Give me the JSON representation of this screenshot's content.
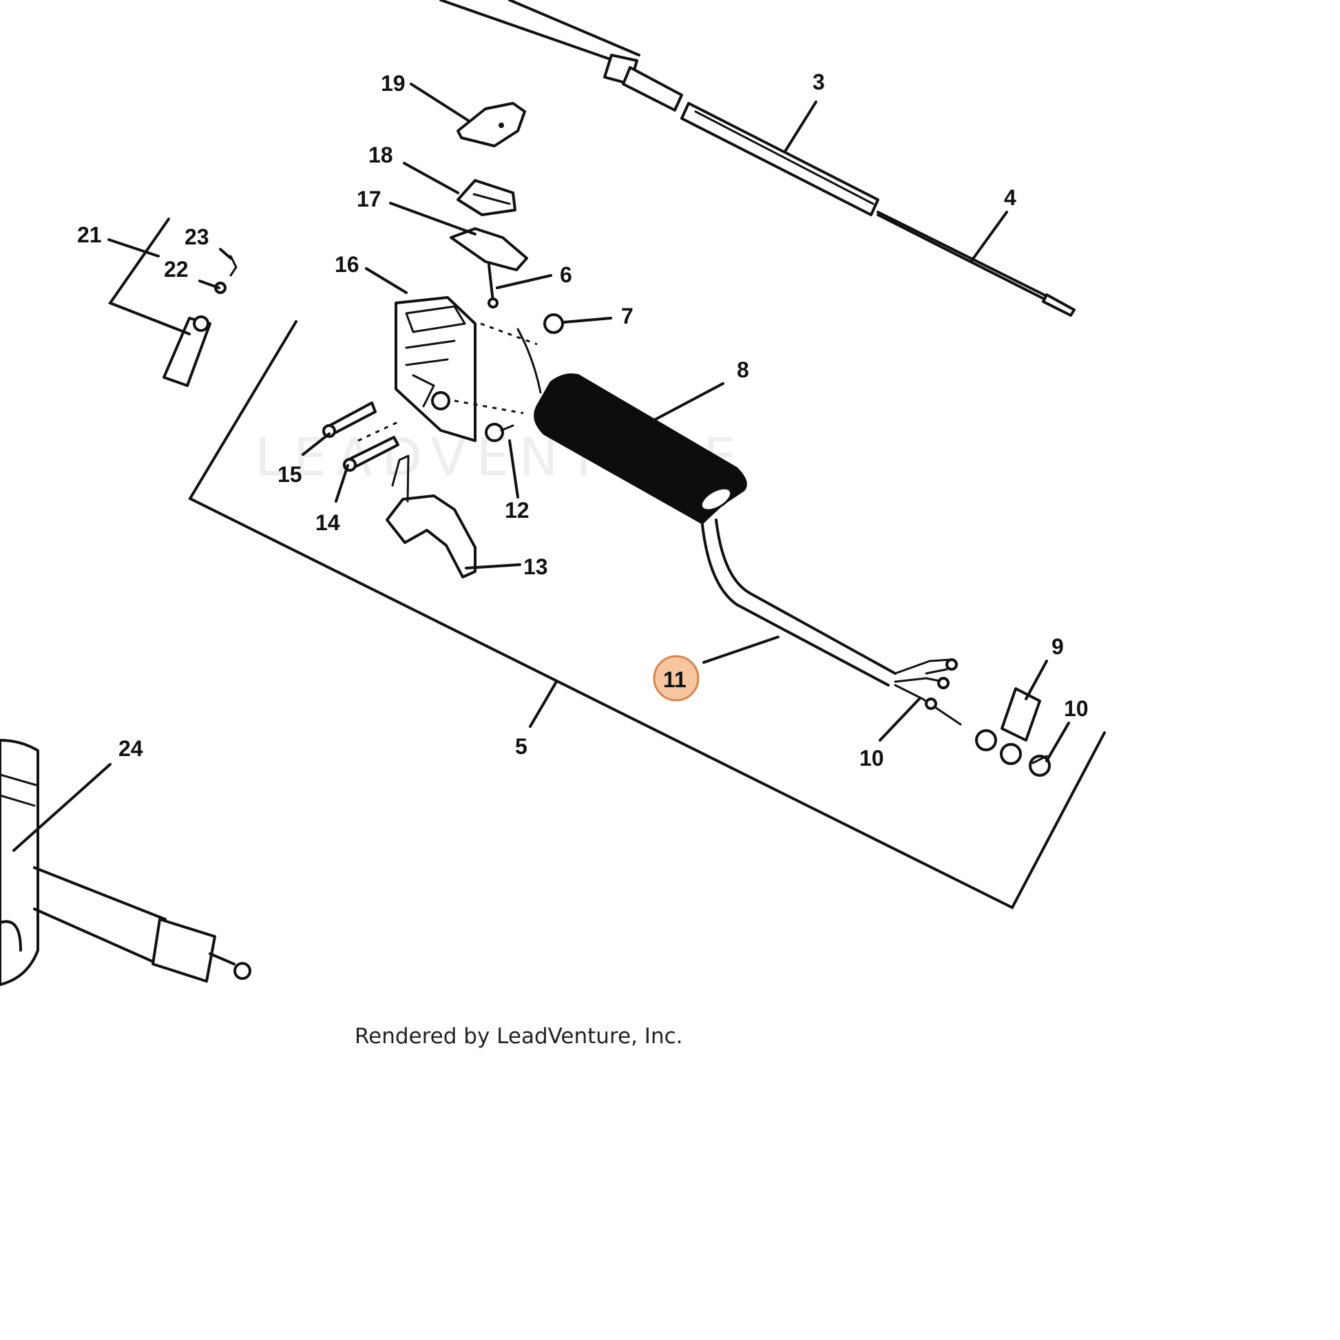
{
  "diagram": {
    "callouts": [
      {
        "id": "19",
        "label": "19"
      },
      {
        "id": "3",
        "label": "3"
      },
      {
        "id": "18",
        "label": "18"
      },
      {
        "id": "17",
        "label": "17"
      },
      {
        "id": "4",
        "label": "4"
      },
      {
        "id": "21",
        "label": "21"
      },
      {
        "id": "23",
        "label": "23"
      },
      {
        "id": "22",
        "label": "22"
      },
      {
        "id": "16",
        "label": "16"
      },
      {
        "id": "6",
        "label": "6"
      },
      {
        "id": "7",
        "label": "7"
      },
      {
        "id": "8",
        "label": "8"
      },
      {
        "id": "15",
        "label": "15"
      },
      {
        "id": "14",
        "label": "14"
      },
      {
        "id": "12",
        "label": "12"
      },
      {
        "id": "13",
        "label": "13"
      },
      {
        "id": "9",
        "label": "9"
      },
      {
        "id": "10a",
        "label": "10"
      },
      {
        "id": "10b",
        "label": "10"
      },
      {
        "id": "5",
        "label": "5"
      },
      {
        "id": "24",
        "label": "24"
      }
    ],
    "highlighted_callout": {
      "label": "11",
      "color": "#f5c6a0",
      "border_color": "#d9864a"
    },
    "watermark": "LEADVENTURE",
    "credit": "Rendered by LeadVenture, Inc."
  }
}
